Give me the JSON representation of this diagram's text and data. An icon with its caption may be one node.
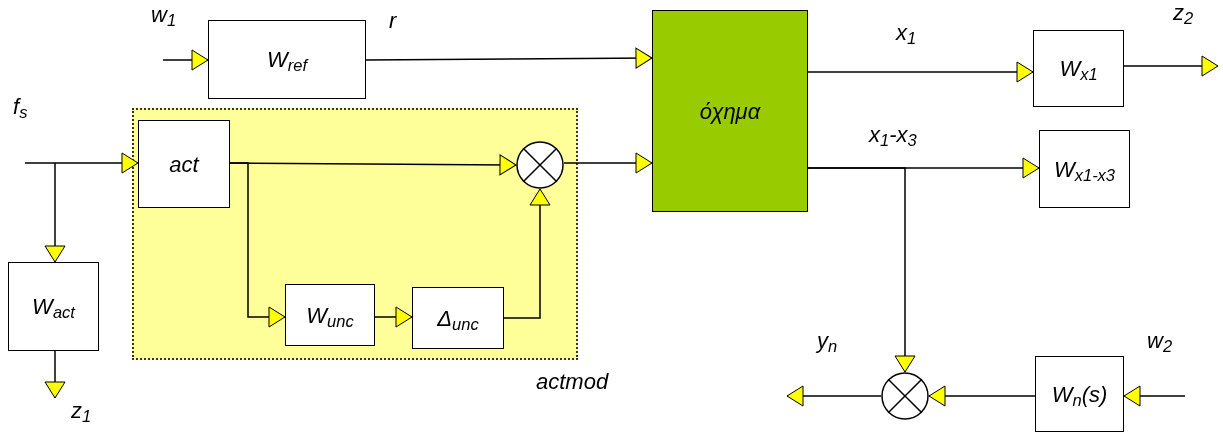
{
  "diagram": {
    "nodes": [
      {
        "text": [
          "actmod"
        ]
      },
      {
        "text": [
          "W$_{ref}$"
        ]
      },
      {
        "text": [
          "act"
        ],
        "in": 0
      },
      {
        "text": [],
        "shape": "circle",
        "in": 0
      },
      {
        "text": [
          "W$_{unc}$"
        ],
        "in": 0
      },
      {
        "text": [
          "Δ$_{unc}$"
        ],
        "in": 0
      },
      {
        "text": [
          "W$_{act}$"
        ]
      },
      {
        "text": [
          "όχημα"
        ]
      },
      {
        "text": [
          "W$_{x1}$"
        ]
      },
      {
        "text": [
          "W$_{x1-x3}$"
        ]
      },
      {
        "text": [],
        "shape": "circle"
      },
      {
        "text": [
          "W$_{n}$(s)"
        ]
      }
    ],
    "edges": [
      {
        "from": null,
        "to": 1,
        "arrow": "to",
        "label": "w$_{1}$"
      },
      {
        "from": 1,
        "to": 7,
        "arrow": "to",
        "label": "r"
      },
      {
        "from": null,
        "to": 2,
        "arrow": "to",
        "label": "f$_{s}$"
      },
      {
        "from": null,
        "to": 6,
        "arrow": "to"
      },
      {
        "from": 6,
        "to": null,
        "arrow": "to",
        "label": "z$_{1}$"
      },
      {
        "from": 2,
        "to": 3,
        "arrow": "to"
      },
      {
        "from": 2,
        "to": 4,
        "arrow": "to"
      },
      {
        "from": 4,
        "to": 5,
        "arrow": "to"
      },
      {
        "from": 5,
        "to": 3,
        "arrow": "to"
      },
      {
        "from": 3,
        "to": 7,
        "arrow": "to"
      },
      {
        "from": 7,
        "to": 8,
        "arrow": "to",
        "label": "x$_{1}$"
      },
      {
        "from": 8,
        "to": null,
        "arrow": "to",
        "label": "z$_{2}$"
      },
      {
        "from": 7,
        "to": 9,
        "arrow": "to",
        "label": "x$_{1}$-x$_{3}$"
      },
      {
        "from": 7,
        "to": 10,
        "arrow": "to"
      },
      {
        "from": 11,
        "to": 10,
        "arrow": "to"
      },
      {
        "from": 10,
        "to": null,
        "arrow": "to",
        "label": "y$_{n}$"
      },
      {
        "from": null,
        "to": 11,
        "arrow": "to",
        "label": "w$_{2}$"
      }
    ]
  }
}
